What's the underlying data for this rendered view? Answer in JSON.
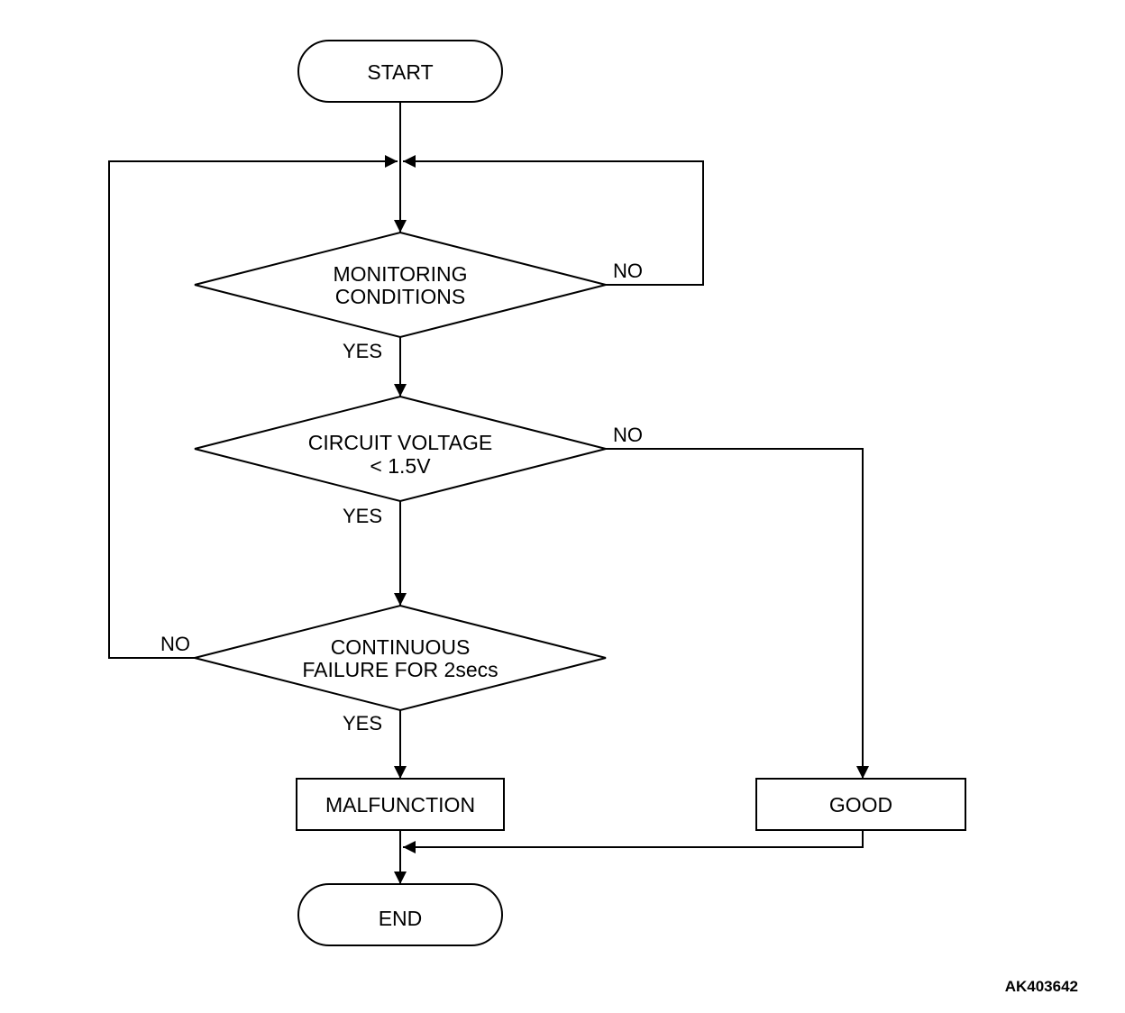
{
  "nodes": {
    "start": "START",
    "monitoring_line1": "MONITORING",
    "monitoring_line2": "CONDITIONS",
    "voltage_line1": "CIRCUIT VOLTAGE",
    "voltage_line2": "< 1.5V",
    "continuous_line1": "CONTINUOUS",
    "continuous_line2": "FAILURE FOR 2secs",
    "malfunction": "MALFUNCTION",
    "good": "GOOD",
    "end": "END"
  },
  "labels": {
    "monitoring_no": "NO",
    "monitoring_yes": "YES",
    "voltage_no": "NO",
    "voltage_yes": "YES",
    "continuous_no": "NO",
    "continuous_yes": "YES"
  },
  "figure_code": "AK403642",
  "colors": {
    "stroke": "#000000",
    "background": "#ffffff"
  }
}
